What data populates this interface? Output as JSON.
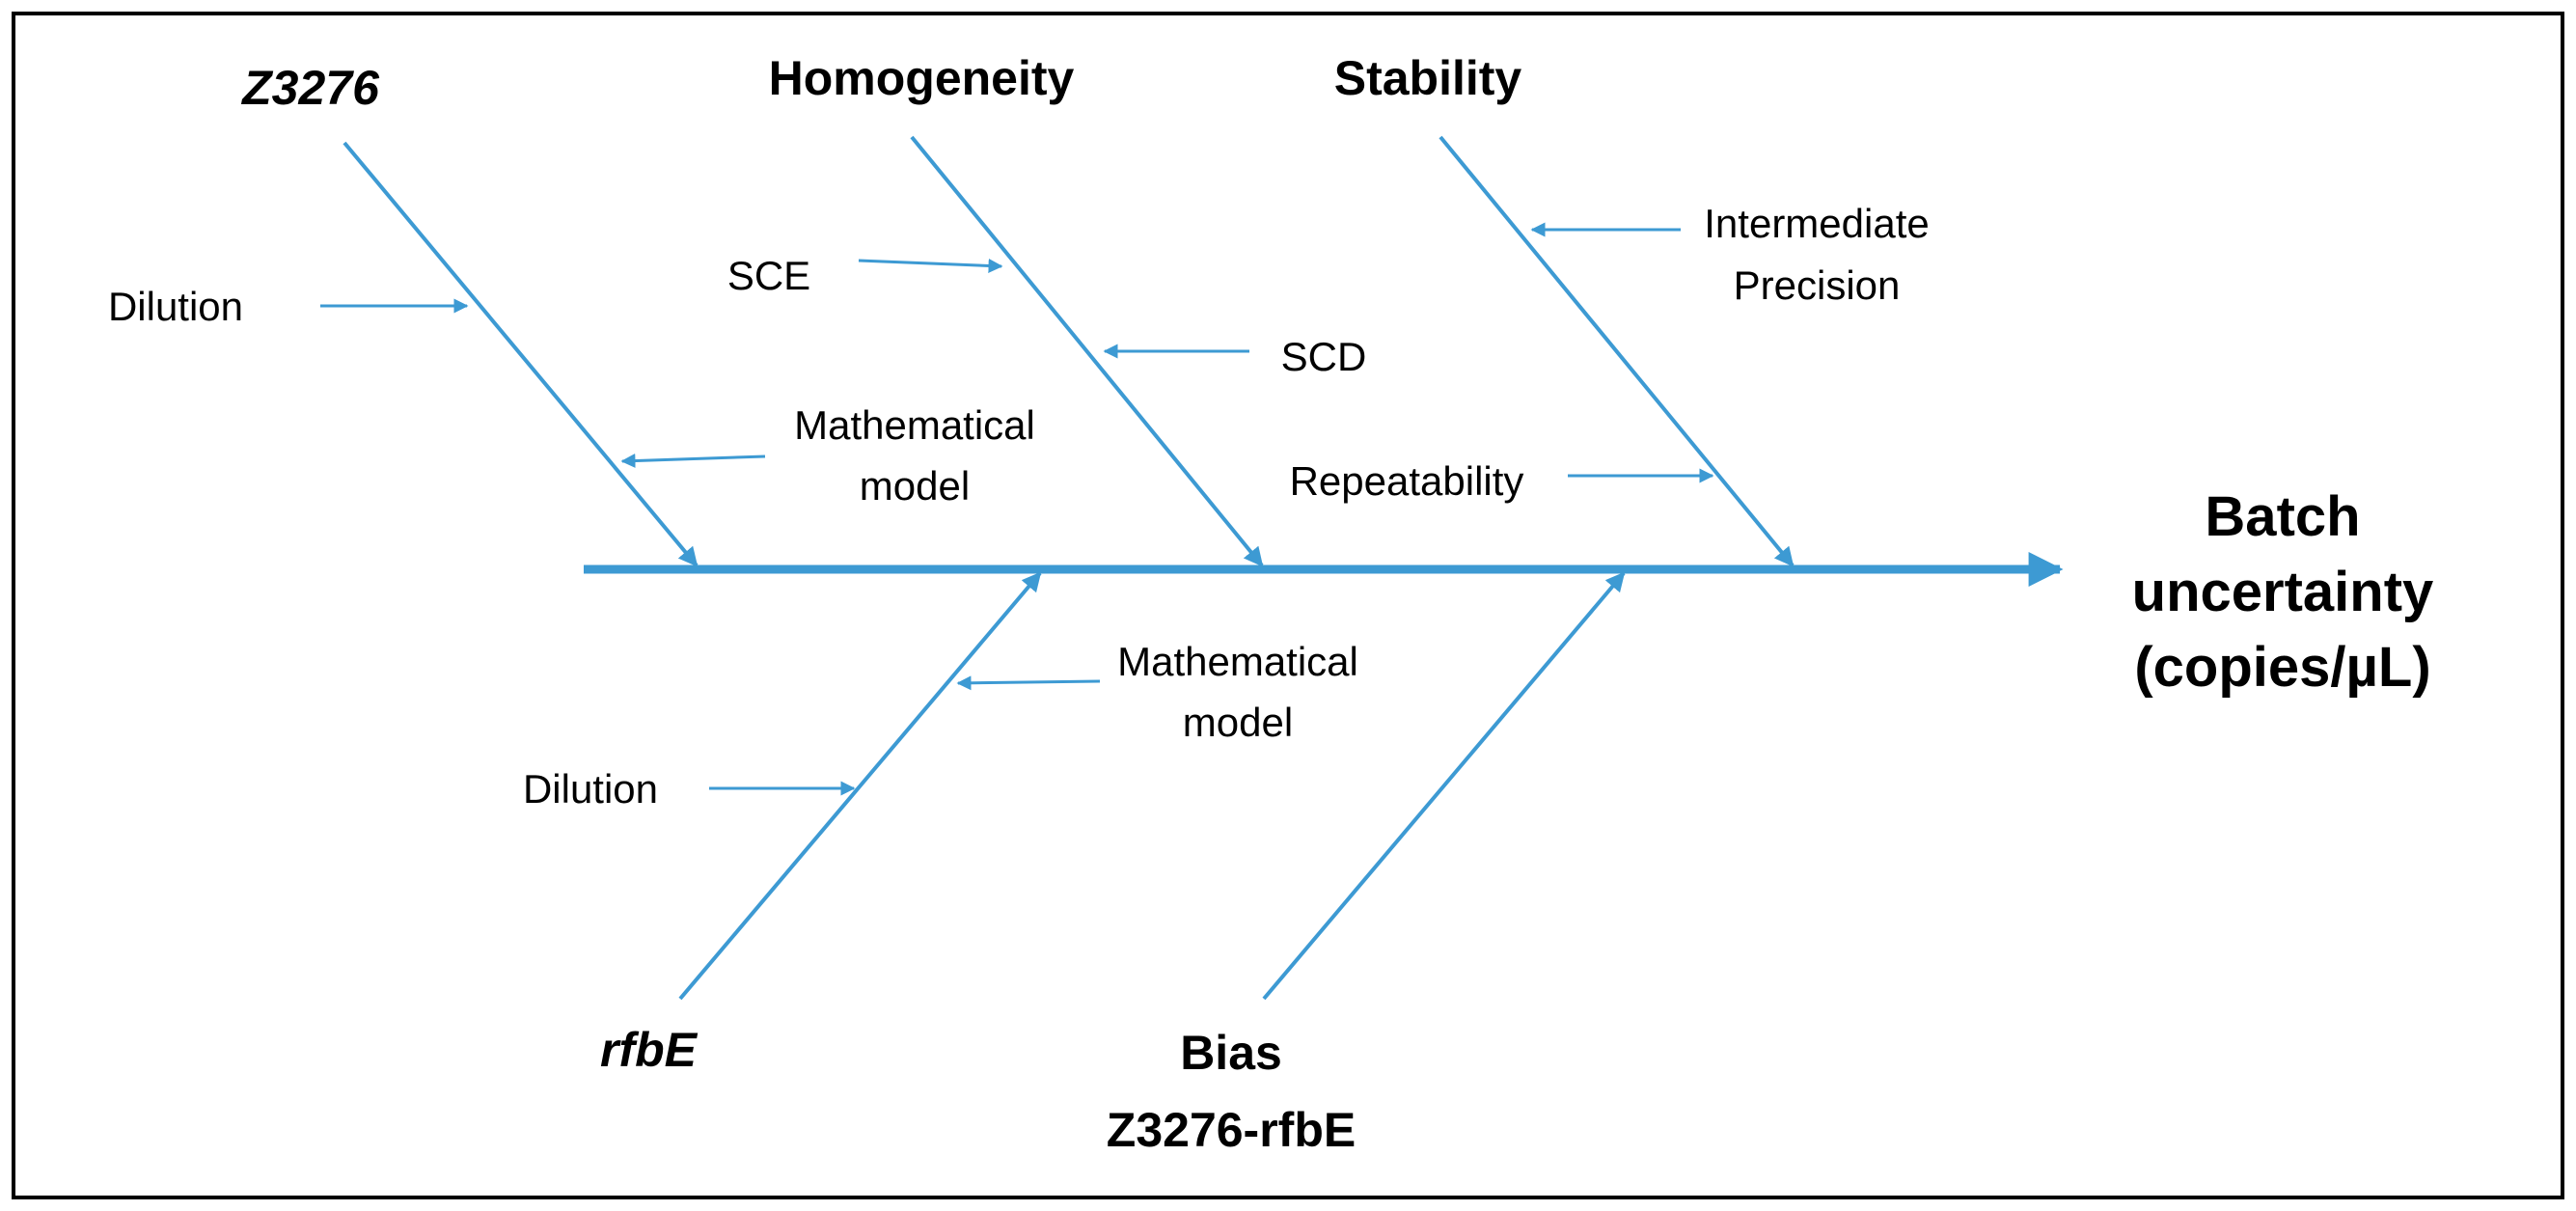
{
  "colors": {
    "line": "#3d9ad3",
    "frame": "#000000",
    "text": "#000000"
  },
  "effect": {
    "line1": "Batch",
    "line2": "uncertainty",
    "line3": "(copies/µL)"
  },
  "categories": {
    "z3276": "Z3276",
    "homogeneity": "Homogeneity",
    "stability": "Stability",
    "rfbe": "rfbE",
    "bias_line1": "Bias",
    "bias_line2": "Z3276-rfbE"
  },
  "causes": {
    "z3276_dilution": "Dilution",
    "z3276_model_line1": "Mathematical",
    "z3276_model_line2": "model",
    "homogeneity_sce": "SCE",
    "homogeneity_scd": "SCD",
    "stability_ip_line1": "Intermediate",
    "stability_ip_line2": "Precision",
    "stability_repeatability": "Repeatability",
    "rfbe_model_line1": "Mathematical",
    "rfbe_model_line2": "model",
    "rfbe_dilution": "Dilution"
  }
}
